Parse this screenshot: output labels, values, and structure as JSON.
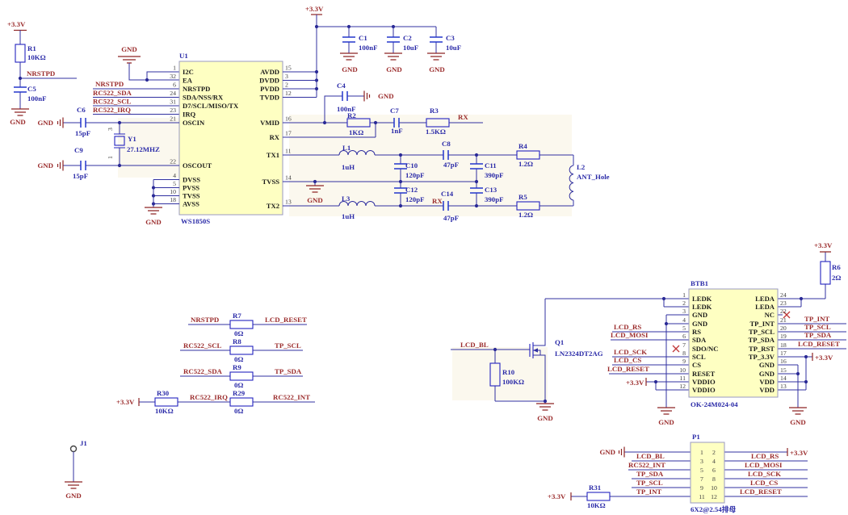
{
  "nets": {
    "p33": "+3.3V",
    "gnd": "GND",
    "nrstpd": "NRSTPD",
    "rc522_sda": "RC522_SDA",
    "rc522_scl": "RC522_SCL",
    "rc522_irq": "RC522_IRQ",
    "rc522_int": "RC522_INT",
    "rx": "RX",
    "lcd_reset": "LCD_RESET",
    "lcd_rs": "LCD_RS",
    "lcd_mosi": "LCD_MOSI",
    "lcd_sck": "LCD_SCK",
    "lcd_cs": "LCD_CS",
    "lcd_bl": "LCD_BL",
    "tp_scl": "TP_SCL",
    "tp_sda": "TP_SDA",
    "tp_int": "TP_INT"
  },
  "u1": {
    "ref": "U1",
    "part": "WS1850S",
    "pins_left": [
      {
        "n": "1",
        "name": "I2C"
      },
      {
        "n": "32",
        "name": "EA"
      },
      {
        "n": "6",
        "name": "NRSTPD"
      },
      {
        "n": "24",
        "name": "SDA/NSS/RX"
      },
      {
        "n": "31",
        "name": "D7/SCL/MISO/TX"
      },
      {
        "n": "23",
        "name": "IRQ"
      },
      {
        "n": "21",
        "name": "OSCIN"
      },
      {
        "n": "22",
        "name": "OSCOUT"
      },
      {
        "n": "4",
        "name": "DVSS"
      },
      {
        "n": "5",
        "name": "PVSS"
      },
      {
        "n": "10",
        "name": "TVSS"
      },
      {
        "n": "18",
        "name": "AVSS"
      }
    ],
    "pins_right": [
      {
        "n": "15",
        "name": "AVDD"
      },
      {
        "n": "3",
        "name": "DVDD"
      },
      {
        "n": "2",
        "name": "PVDD"
      },
      {
        "n": "12",
        "name": "TVDD"
      },
      {
        "n": "16",
        "name": "VMID"
      },
      {
        "n": "17",
        "name": "RX"
      },
      {
        "n": "11",
        "name": "TX1"
      },
      {
        "n": "14",
        "name": "TVSS"
      },
      {
        "n": "13",
        "name": "TX2"
      }
    ]
  },
  "btb1": {
    "ref": "BTB1",
    "part": "OK-24M024-04",
    "pins_left": [
      {
        "n": "1",
        "name": "LEDK"
      },
      {
        "n": "2",
        "name": "LEDK"
      },
      {
        "n": "3",
        "name": "GND"
      },
      {
        "n": "4",
        "name": "GND"
      },
      {
        "n": "5",
        "name": "RS"
      },
      {
        "n": "6",
        "name": "SDA"
      },
      {
        "n": "7",
        "name": "SDO/NC"
      },
      {
        "n": "8",
        "name": "SCL"
      },
      {
        "n": "9",
        "name": "CS"
      },
      {
        "n": "10",
        "name": "RESET"
      },
      {
        "n": "11",
        "name": "VDDIO"
      },
      {
        "n": "12",
        "name": "VDDIO"
      }
    ],
    "pins_right": [
      {
        "n": "24",
        "name": "LEDA"
      },
      {
        "n": "23",
        "name": "LEDA"
      },
      {
        "n": "22",
        "name": "NC"
      },
      {
        "n": "21",
        "name": "TP_INT"
      },
      {
        "n": "20",
        "name": "TP_SCL"
      },
      {
        "n": "19",
        "name": "TP_SDA"
      },
      {
        "n": "18",
        "name": "TP_RST"
      },
      {
        "n": "17",
        "name": "TP_3.3V"
      },
      {
        "n": "16",
        "name": "GND"
      },
      {
        "n": "15",
        "name": "GND"
      },
      {
        "n": "14",
        "name": "VDD"
      },
      {
        "n": "13",
        "name": "VDD"
      }
    ]
  },
  "p1": {
    "ref": "P1",
    "part": "6X2@2.54排母",
    "nums_l": [
      "1",
      "3",
      "5",
      "7",
      "9",
      "11"
    ],
    "nums_r": [
      "2",
      "4",
      "6",
      "8",
      "10",
      "12"
    ]
  },
  "parts": {
    "r1": {
      "ref": "R1",
      "val": "10KΩ"
    },
    "r2": {
      "ref": "R2",
      "val": "1KΩ"
    },
    "r3": {
      "ref": "R3",
      "val": "1.5KΩ"
    },
    "r4": {
      "ref": "R4",
      "val": "1.2Ω"
    },
    "r5": {
      "ref": "R5",
      "val": "1.2Ω"
    },
    "r6": {
      "ref": "R6",
      "val": "2Ω"
    },
    "r7": {
      "ref": "R7",
      "val": "0Ω"
    },
    "r8": {
      "ref": "R8",
      "val": "0Ω"
    },
    "r9": {
      "ref": "R9",
      "val": "0Ω"
    },
    "r10": {
      "ref": "R10",
      "val": "100KΩ"
    },
    "r29": {
      "ref": "R29",
      "val": "0Ω"
    },
    "r30": {
      "ref": "R30",
      "val": "10KΩ"
    },
    "r31": {
      "ref": "R31",
      "val": "10KΩ"
    },
    "c1": {
      "ref": "C1",
      "val": "100nF"
    },
    "c2": {
      "ref": "C2",
      "val": "10uF"
    },
    "c3": {
      "ref": "C3",
      "val": "10uF"
    },
    "c4": {
      "ref": "C4",
      "val": "100nF"
    },
    "c5": {
      "ref": "C5",
      "val": "100nF"
    },
    "c6": {
      "ref": "C6",
      "val": "15pF"
    },
    "c7": {
      "ref": "C7",
      "val": "1nF"
    },
    "c8": {
      "ref": "C8",
      "val": "47pF"
    },
    "c9": {
      "ref": "C9",
      "val": "15pF"
    },
    "c10": {
      "ref": "C10",
      "val": "120pF"
    },
    "c11": {
      "ref": "C11",
      "val": "390pF"
    },
    "c12": {
      "ref": "C12",
      "val": "120pF"
    },
    "c13": {
      "ref": "C13",
      "val": "390pF"
    },
    "c14": {
      "ref": "C14",
      "val": "47pF"
    },
    "l1": {
      "ref": "L1",
      "val": "1uH"
    },
    "l2": {
      "ref": "L2",
      "val": "ANT_Hole"
    },
    "l3": {
      "ref": "L3",
      "val": "1uH"
    },
    "y1": {
      "ref": "Y1",
      "val": "27.12MHZ",
      "pt": "3",
      "pb": "1"
    },
    "q1": {
      "ref": "Q1",
      "val": "LN2324DT2AG"
    },
    "j1": {
      "ref": "J1"
    }
  }
}
